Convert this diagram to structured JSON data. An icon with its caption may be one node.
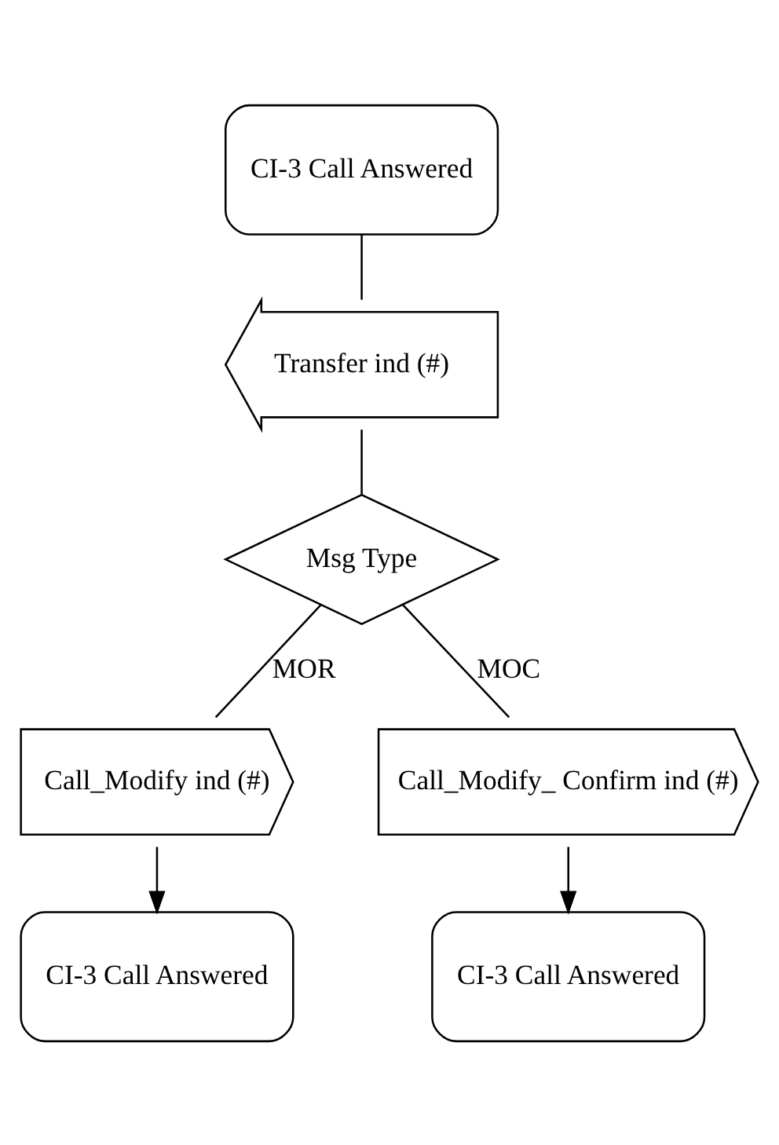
{
  "diagram": {
    "nodes": [
      {
        "text": [
          "CI-3 Call Answered"
        ]
      },
      {
        "text": [
          "Transfer ind (#)"
        ]
      },
      {
        "text": [
          "Msg Type"
        ]
      },
      {
        "text": [
          "Call_Modify ind (#)"
        ]
      },
      {
        "text": [
          "Call_Modify_ Confirm ind (#)"
        ]
      },
      {
        "text": [
          "CI-3 Call Answered"
        ]
      },
      {
        "text": [
          "CI-3 Call Answered"
        ]
      }
    ],
    "edges": [
      {
        "from": 0,
        "to": 1,
        "arrow": "none"
      },
      {
        "from": 1,
        "to": 2,
        "arrow": "none"
      },
      {
        "from": 2,
        "to": 3,
        "arrow": "none",
        "label": "MOR"
      },
      {
        "from": 2,
        "to": 4,
        "arrow": "none",
        "label": "MOC"
      },
      {
        "from": 3,
        "to": 5,
        "arrow": "to"
      },
      {
        "from": 4,
        "to": 6,
        "arrow": "to"
      }
    ]
  }
}
